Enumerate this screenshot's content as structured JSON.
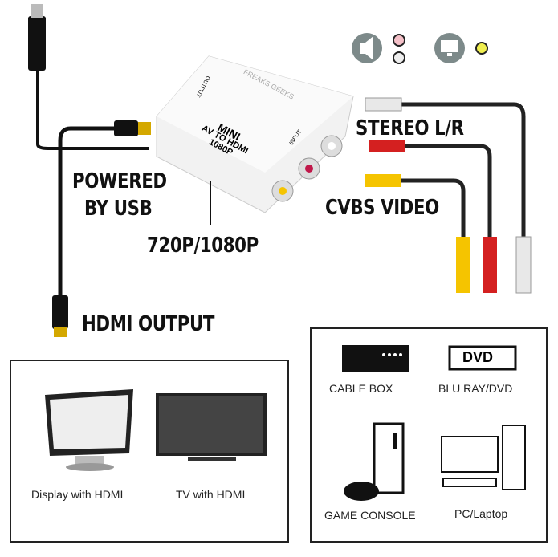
{
  "device": {
    "brand": "FREAKS GEEKS",
    "line1": "MINI",
    "line2": "AV TO HDMI",
    "line3": "1080P",
    "output_port": "OUTPUT",
    "input_port": "INPUT"
  },
  "labels": {
    "stereo": "STEREO L/R",
    "cvbs": "CVBS VIDEO",
    "powered1": "POWERED",
    "powered2": "BY USB",
    "switch": "720P/1080P",
    "hdmi_output": "HDMI OUTPUT"
  },
  "outputs": [
    {
      "label": "Display with HDMI"
    },
    {
      "label": "TV with HDMI"
    }
  ],
  "inputs": [
    {
      "label": "CABLE BOX"
    },
    {
      "label": "BLU RAY/DVD",
      "badge": "DVD"
    },
    {
      "label": "GAME CONSOLE"
    },
    {
      "label": "PC/Laptop"
    }
  ],
  "colors": {
    "yellow": "#f5c400",
    "red": "#d42020",
    "white": "#eeeeee",
    "icon_gray": "#7d8a8a"
  }
}
